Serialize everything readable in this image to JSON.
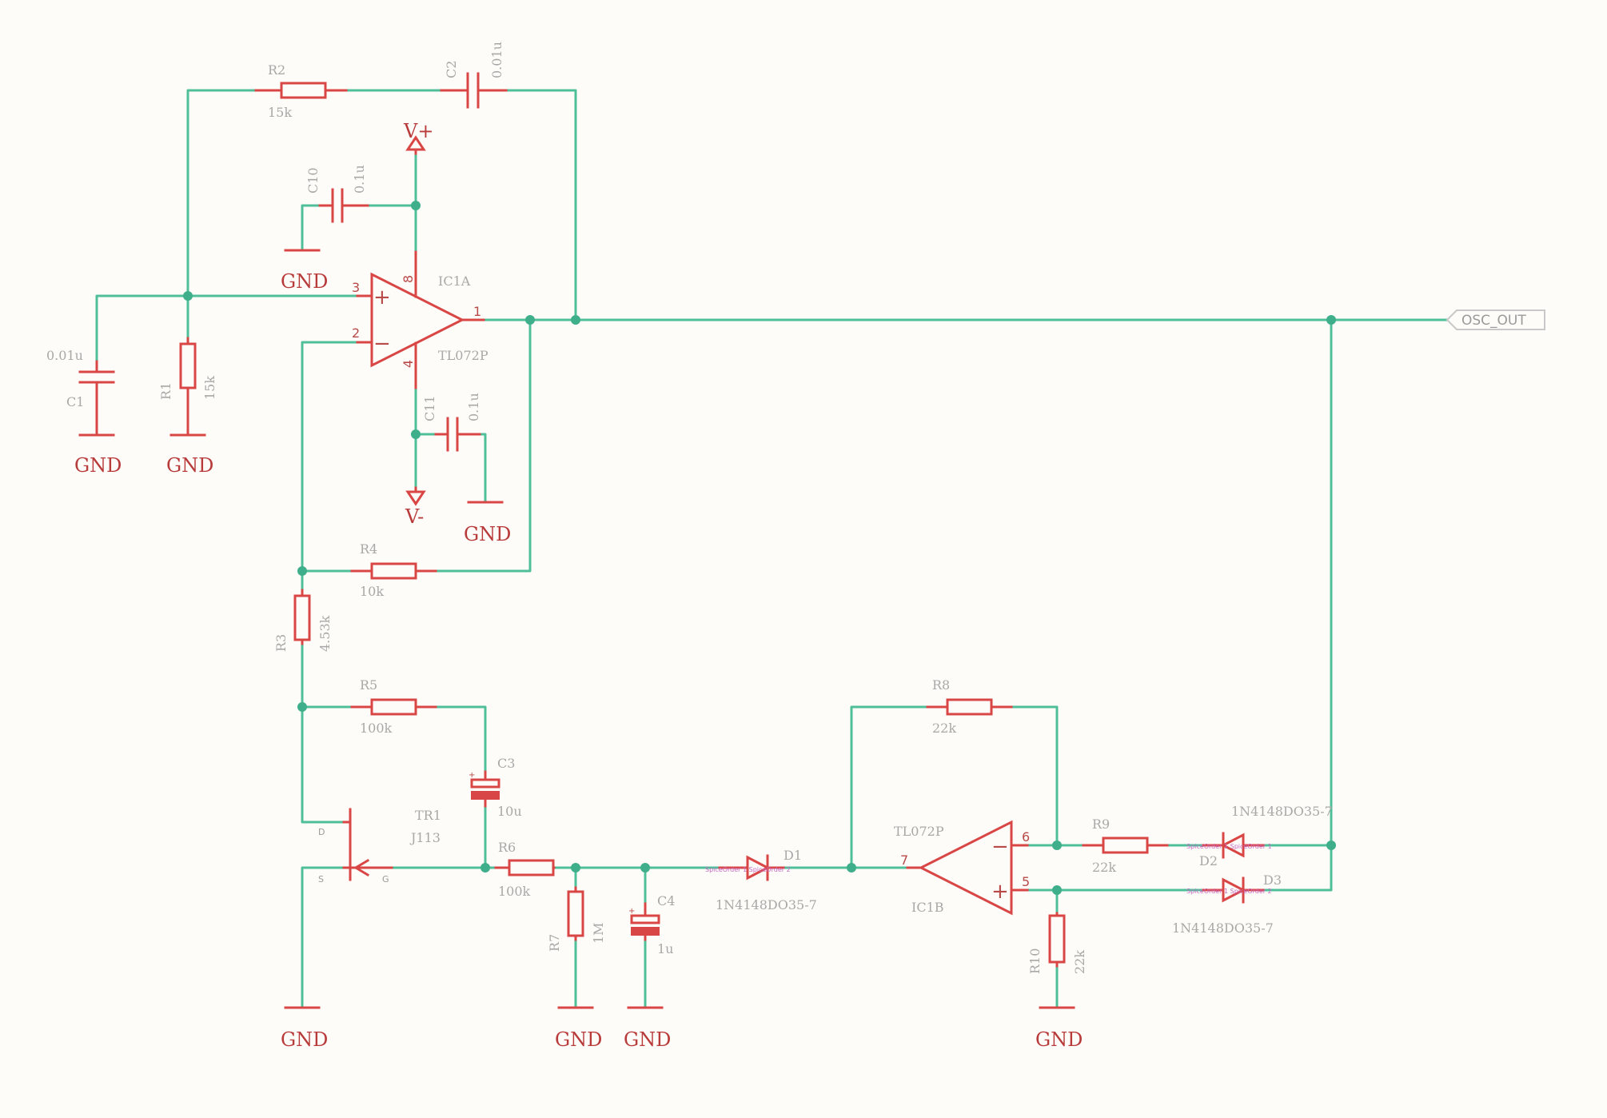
{
  "net_labels": {
    "osc_out": "OSC_OUT",
    "vplus": "V+",
    "vminus": "V-",
    "gnd": "GND"
  },
  "components": {
    "R1": {
      "name": "R1",
      "value": "15k"
    },
    "R2": {
      "name": "R2",
      "value": "15k"
    },
    "R3": {
      "name": "R3",
      "value": "4.53k"
    },
    "R4": {
      "name": "R4",
      "value": "10k"
    },
    "R5": {
      "name": "R5",
      "value": "100k"
    },
    "R6": {
      "name": "R6",
      "value": "100k"
    },
    "R7": {
      "name": "R7",
      "value": "1M"
    },
    "R8": {
      "name": "R8",
      "value": "22k"
    },
    "R9": {
      "name": "R9",
      "value": "22k"
    },
    "R10": {
      "name": "R10",
      "value": "22k"
    },
    "C1": {
      "name": "C1",
      "value": "0.01u"
    },
    "C2": {
      "name": "C2",
      "value": "0.01u"
    },
    "C3": {
      "name": "C3",
      "value": "10u"
    },
    "C4": {
      "name": "C4",
      "value": "1u"
    },
    "C10": {
      "name": "C10",
      "value": "0.1u"
    },
    "C11": {
      "name": "C11",
      "value": "0.1u"
    },
    "IC1A": {
      "name": "IC1A",
      "value": "TL072P"
    },
    "IC1B": {
      "name": "IC1B",
      "value": "TL072P"
    },
    "TR1": {
      "name": "TR1",
      "value": "J113"
    },
    "D1": {
      "name": "D1",
      "value": "1N4148DO35-7"
    },
    "D2": {
      "name": "D2",
      "value": "1N4148DO35-7"
    },
    "D3": {
      "name": "D3",
      "value": "1N4148DO35-7"
    }
  },
  "pins": {
    "ic1a_plus": "3",
    "ic1a_minus": "2",
    "ic1a_out": "1",
    "ic1a_vcc": "8",
    "ic1a_vee": "4",
    "ic1b_minus": "6",
    "ic1b_plus": "5",
    "ic1b_out": "7",
    "tr1_d": "D",
    "tr1_s": "S",
    "tr1_g": "G",
    "plus_sign": "+",
    "minus_sign": "−",
    "cap_polarity": "+"
  },
  "spice_pins": {
    "d1": "SpiceOrder 1 SpiceOrder 2",
    "d2": "SpiceOrder 1 SpiceOrder 1",
    "d3": "SpiceOrder 1 SpiceOrder 2"
  },
  "colors": {
    "wire": "#4fbf9a",
    "symbol": "#d94646",
    "junction": "#3fae8a",
    "label": "#a8a8a8",
    "background": "#fefcf8"
  }
}
